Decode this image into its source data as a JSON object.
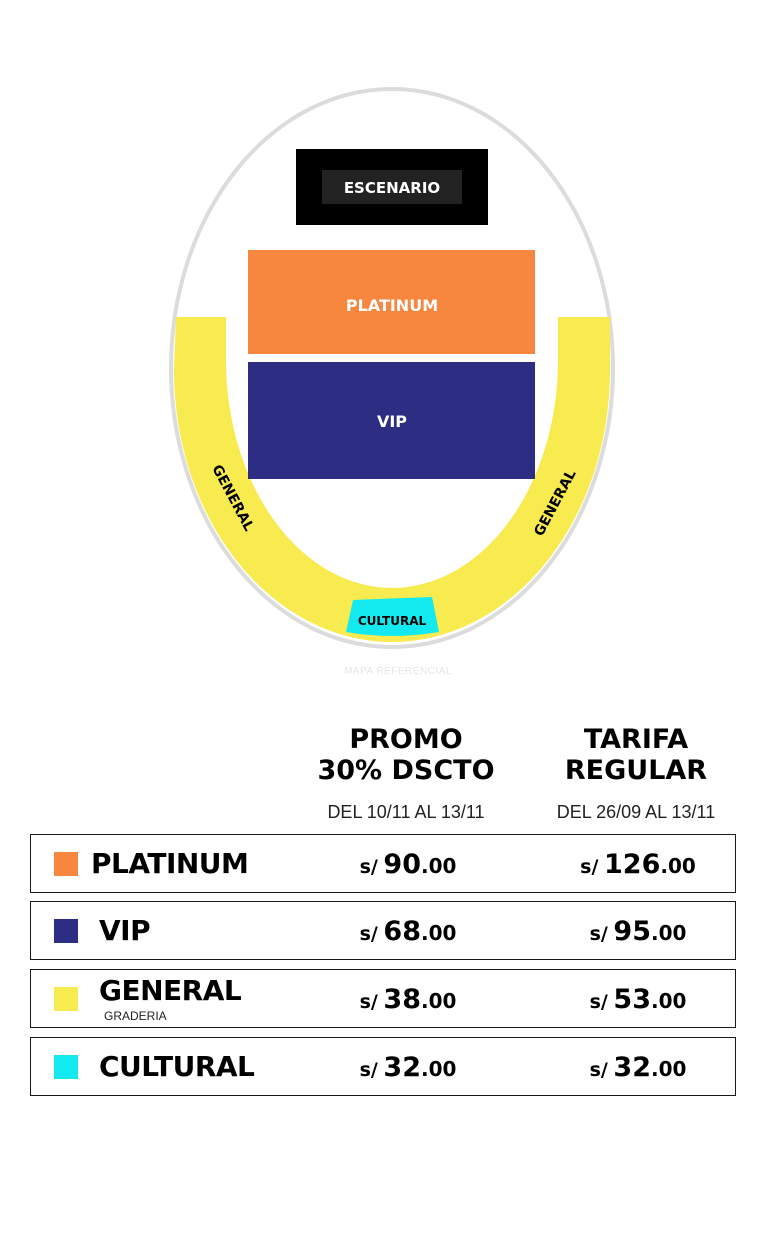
{
  "map": {
    "stage_label": "ESCENARIO",
    "zones": {
      "platinum": {
        "label": "PLATINUM",
        "color": "#f7873f"
      },
      "vip": {
        "label": "VIP",
        "color": "#2d2e83"
      },
      "general_left": {
        "label": "GENERAL",
        "color": "#f7eb4f"
      },
      "general_right": {
        "label": "GENERAL",
        "color": "#f7eb4f"
      },
      "cultural": {
        "label": "CULTURAL",
        "color": "#13eaf0"
      }
    },
    "reference_note": "MAPA REFERENCIAL"
  },
  "table": {
    "columns": [
      {
        "line1": "PROMO",
        "line2": "30% DSCTO",
        "dates": "DEL 10/11 AL 13/11"
      },
      {
        "line1": "TARIFA",
        "line2": "REGULAR",
        "dates": "DEL 26/09 AL 13/11"
      }
    ],
    "rows": [
      {
        "zone": "PLATINUM",
        "sub": "",
        "color": "#f7873f",
        "promo": {
          "currency": "s/",
          "amount": "90",
          "decimals": ".00"
        },
        "regular": {
          "currency": "s/",
          "amount": "126",
          "decimals": ".00"
        }
      },
      {
        "zone": "VIP",
        "sub": "",
        "color": "#2d2e83",
        "promo": {
          "currency": "s/",
          "amount": "68",
          "decimals": ".00"
        },
        "regular": {
          "currency": "s/",
          "amount": "95",
          "decimals": ".00"
        }
      },
      {
        "zone": "GENERAL",
        "sub": "GRADERIA",
        "color": "#f7eb4f",
        "promo": {
          "currency": "s/",
          "amount": "38",
          "decimals": ".00"
        },
        "regular": {
          "currency": "s/",
          "amount": "53",
          "decimals": ".00"
        }
      },
      {
        "zone": "CULTURAL",
        "sub": "",
        "color": "#13eaf0",
        "promo": {
          "currency": "s/",
          "amount": "32",
          "decimals": ".00"
        },
        "regular": {
          "currency": "s/",
          "amount": "32",
          "decimals": ".00"
        }
      }
    ]
  }
}
